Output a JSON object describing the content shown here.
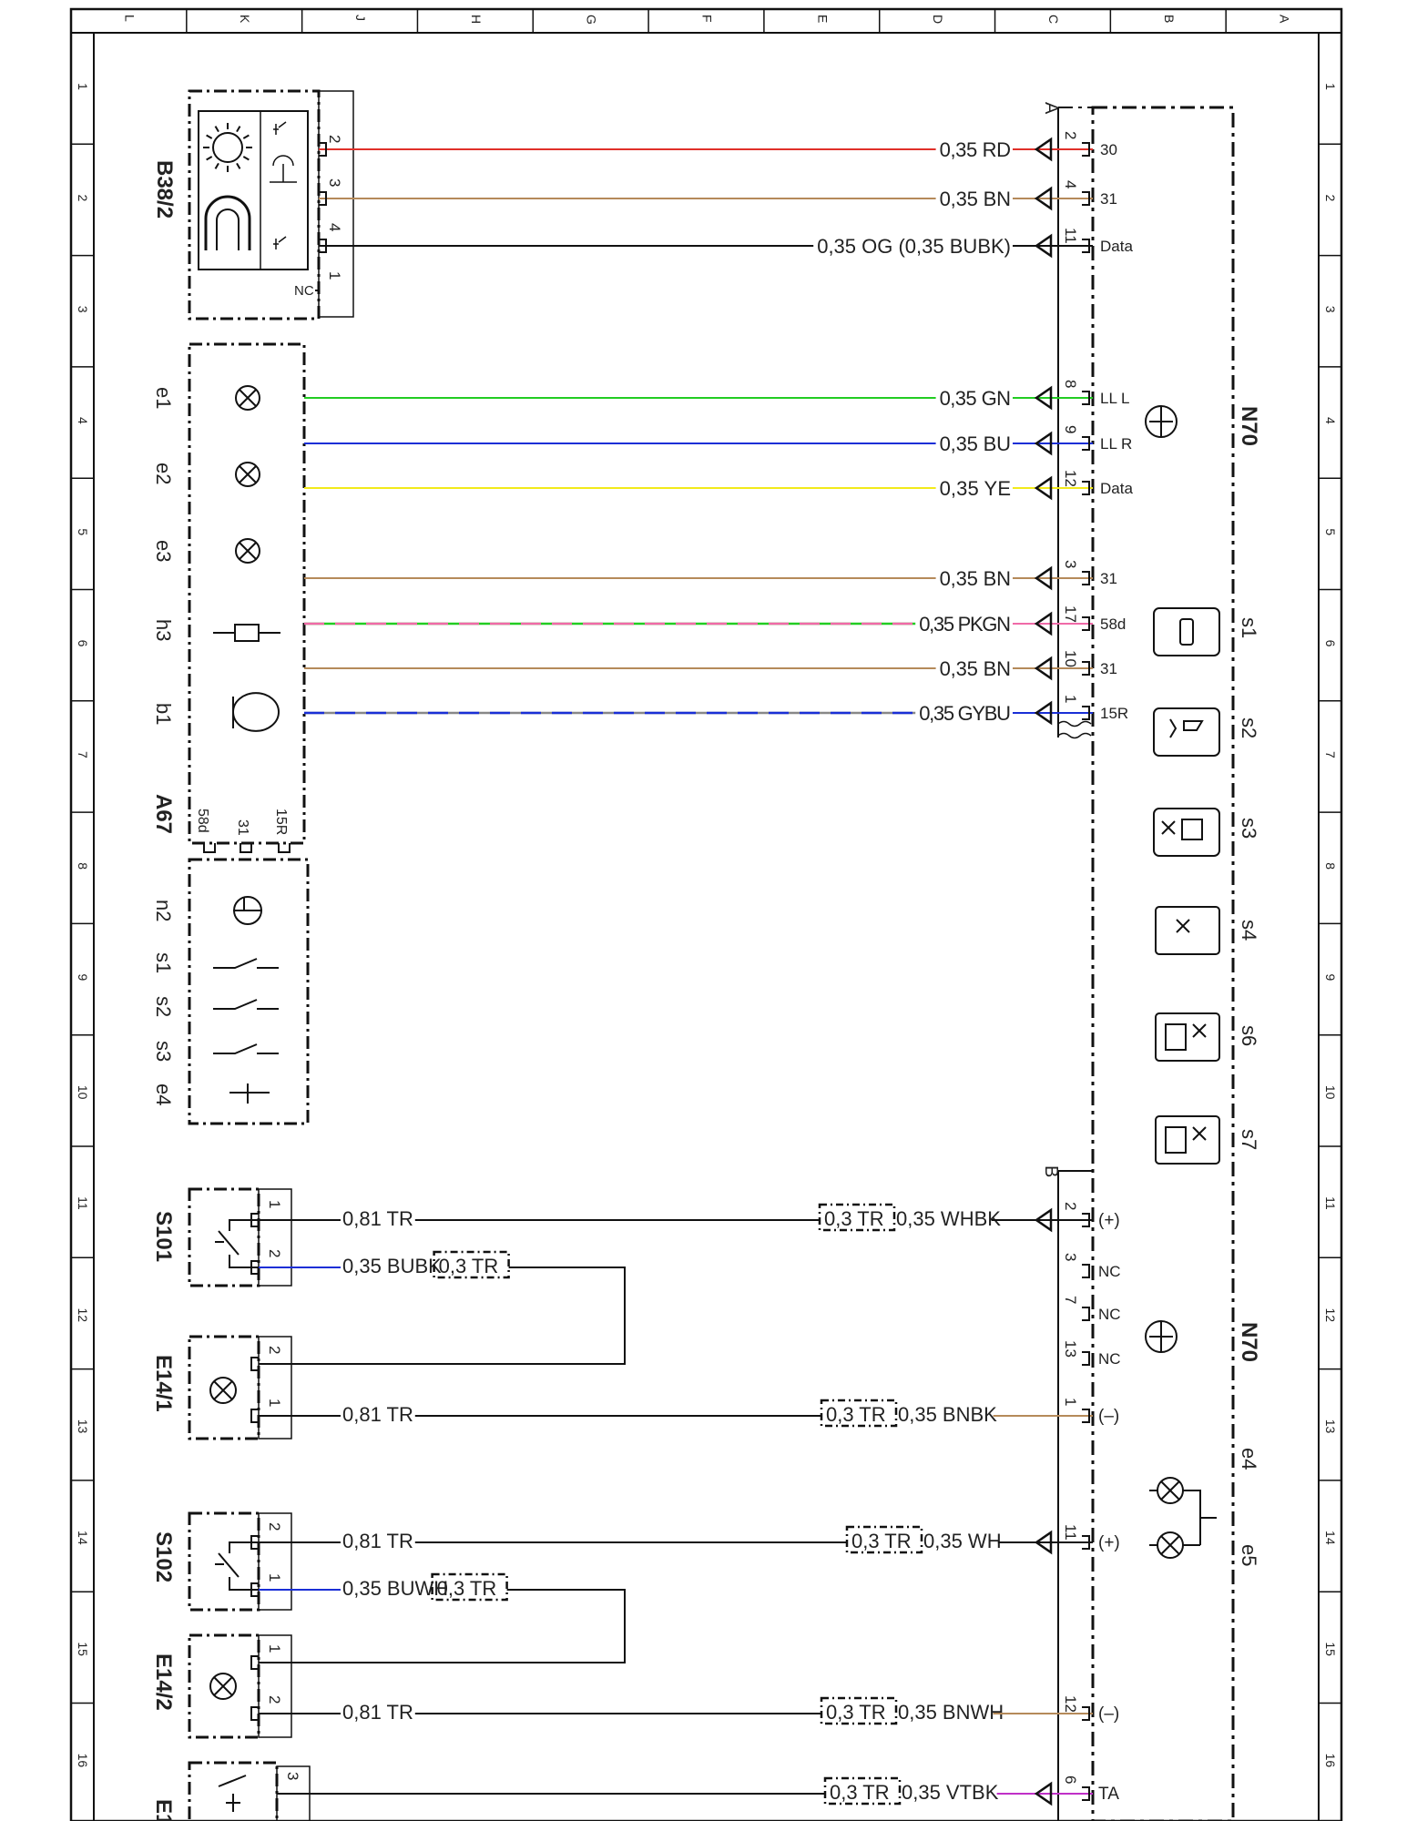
{
  "grid": {
    "columns": [
      "L",
      "K",
      "J",
      "H",
      "G",
      "F",
      "E",
      "D",
      "C",
      "B",
      "A"
    ],
    "rows": [
      "1",
      "2",
      "3",
      "4",
      "5",
      "6",
      "7",
      "8",
      "9",
      "10",
      "11",
      "12",
      "13",
      "14",
      "15",
      "16"
    ]
  },
  "components": {
    "b38": {
      "label": "B38/2",
      "pins": [
        "2",
        "3",
        "4",
        "1"
      ],
      "nc": "NC"
    },
    "a67": {
      "label": "A67",
      "items": [
        "e1",
        "e2",
        "e3",
        "h3",
        "b1"
      ],
      "bottom_pins": [
        "58d",
        "31",
        "15R"
      ]
    },
    "a67_lower": {
      "items": [
        "n2",
        "s1",
        "s2",
        "s3",
        "e4"
      ]
    },
    "s101": {
      "label": "S101",
      "pins": [
        "1",
        "2"
      ]
    },
    "e14_1": {
      "label": "E14/1",
      "pins": [
        "2",
        "1"
      ]
    },
    "s102": {
      "label": "S102",
      "pins": [
        "2",
        "1"
      ]
    },
    "e14_2": {
      "label": "E14/2",
      "pins": [
        "1",
        "2"
      ]
    },
    "e1x": {
      "label": "E1",
      "pins": [
        "3"
      ]
    },
    "n70_a": {
      "label": "N70",
      "connector": "A",
      "items": [
        "s1",
        "s2",
        "s3",
        "s4",
        "s6",
        "s7"
      ]
    },
    "n70_b": {
      "label": "N70",
      "connector": "B",
      "items": [
        "e4",
        "e5"
      ]
    }
  },
  "wires": [
    {
      "id": "w1",
      "label": "0,35 RD",
      "color": "#e0302a",
      "pin": "2",
      "func": "30",
      "src_pin": "2"
    },
    {
      "id": "w2",
      "label": "0,35 BN",
      "color": "#b58a5a",
      "pin": "4",
      "func": "31",
      "src_pin": "3"
    },
    {
      "id": "w3",
      "label": "0,35 OG (0,35 BUBK)",
      "color": "#111111",
      "pin": "11",
      "func": "Data",
      "src_pin": "4"
    },
    {
      "id": "w4",
      "label": "0,35 GN",
      "color": "#22cc22",
      "pin": "8",
      "func": "LL L"
    },
    {
      "id": "w5",
      "label": "0,35 BU",
      "color": "#1a2fd6",
      "pin": "9",
      "func": "LL R"
    },
    {
      "id": "w6",
      "label": "0,35 YE",
      "color": "#f2ea1a",
      "pin": "12",
      "func": "Data"
    },
    {
      "id": "w7",
      "label": "0,35 BN",
      "color": "#b58a5a",
      "pin": "3",
      "func": "31"
    },
    {
      "id": "w8",
      "label": "0,35 PKGN",
      "color": "#22cc22",
      "color2": "#f06aa8",
      "pin": "17",
      "func": "58d"
    },
    {
      "id": "w9",
      "label": "0,35 BN",
      "color": "#b58a5a",
      "pin": "10",
      "func": "31"
    },
    {
      "id": "w10",
      "label": "0,35 GYBU",
      "color": "#888888",
      "color2": "#1a2fd6",
      "pin": "1",
      "func": "15R"
    }
  ],
  "lower": {
    "w11_left": "0,81 TR",
    "w11_mid": "0,3 TR",
    "w11_right": "0,35 WHBK",
    "w11_pin": "2",
    "w11_func": "(+)",
    "w12_left": "0,35 BUBK",
    "w12_mid": "0,3 TR",
    "nc_rows": [
      {
        "pin": "3",
        "func": "NC"
      },
      {
        "pin": "7",
        "func": "NC"
      },
      {
        "pin": "13",
        "func": "NC"
      }
    ],
    "w13_left": "0,81 TR",
    "w13_mid": "0,3 TR",
    "w13_right": "0,35 BNBK",
    "w13_pin": "1",
    "w13_func": "(–)",
    "w14_left": "0,81 TR",
    "w14_mid": "0,3 TR",
    "w14_right": "0,35 WH",
    "w14_pin": "11",
    "w14_func": "(+)",
    "w15_left": "0,35 BUWH",
    "w15_mid": "0,3 TR",
    "w16_left": "0,81 TR",
    "w16_mid": "0,3 TR",
    "w16_right": "0,35 BNWH",
    "w16_pin": "12",
    "w16_func": "(–)",
    "w17_mid": "0,3 TR",
    "w17_right": "0,35 VTBK",
    "w17_pin": "6",
    "w17_func": "TA"
  }
}
